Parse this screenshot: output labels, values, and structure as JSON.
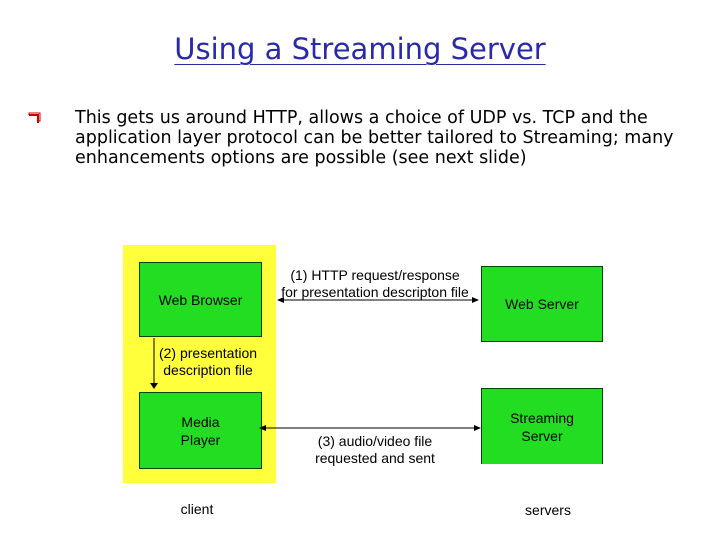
{
  "slide": {
    "title": "Using a Streaming Server",
    "bullet": "This gets us around HTTP, allows a choice of UDP vs. TCP and the application layer protocol can be better tailored to Streaming; many enhancements options are possible (see next slide)"
  },
  "diagram": {
    "web_browser": "Web Browser",
    "web_server": "Web Server",
    "media_player_line1": "Media",
    "media_player_line2": "Player",
    "streaming_server_line1": "Streaming",
    "streaming_server_line2": "Server",
    "http_label_line1": "(1) HTTP request/response",
    "http_label_line2": "for presentation descripton file",
    "presentation_label_line1": "(2)  presentation",
    "presentation_label_line2": "description file",
    "av_label_line1": "(3) audio/video file",
    "av_label_line2": "requested and sent",
    "client_label": "client",
    "servers_label": "servers",
    "colors": {
      "title": "#2a2aa8",
      "client_background": "#ffff3c",
      "box_fill": "#22dd22",
      "bullet_marker": "#cc0000"
    }
  }
}
